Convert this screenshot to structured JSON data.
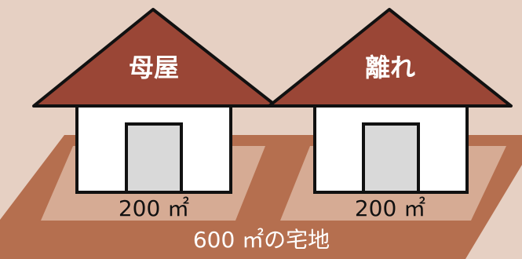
{
  "colors": {
    "background": "#e6d0c3",
    "lot": "#b56f4f",
    "footprint": "#d6ab94",
    "roof": "#9a4636",
    "wall": "#ffffff",
    "door": "#d9d9d9",
    "outline": "#111111"
  },
  "lot": {
    "label": "600 ㎡の宅地"
  },
  "houses": [
    {
      "name": "母屋",
      "area_label": "200 ㎡"
    },
    {
      "name": "離れ",
      "area_label": "200 ㎡"
    }
  ]
}
